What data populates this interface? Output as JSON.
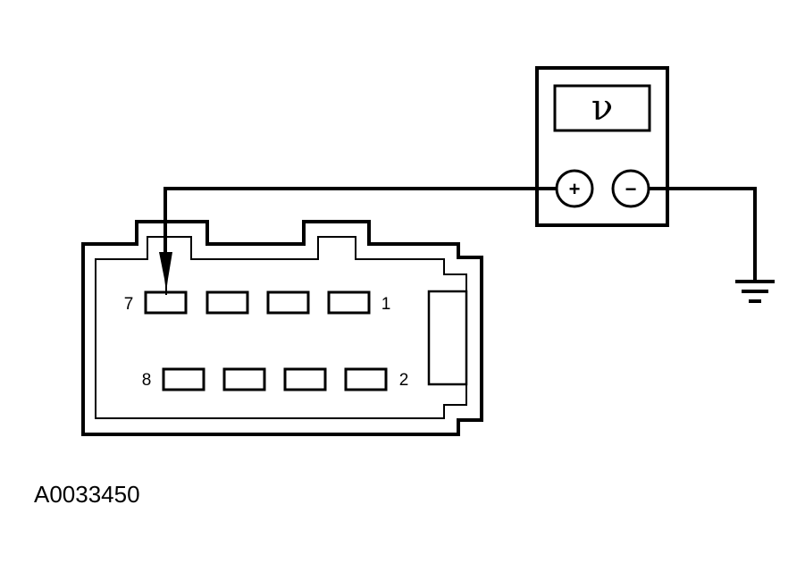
{
  "meter": {
    "display_symbol": "ν",
    "positive_terminal": "+",
    "negative_terminal": "−"
  },
  "connector": {
    "pin_labels": {
      "top_left": "7",
      "top_right": "1",
      "bottom_left": "8",
      "bottom_right": "2"
    }
  },
  "figure_id": "A0033450",
  "colors": {
    "line": "#000000",
    "background": "#ffffff"
  }
}
